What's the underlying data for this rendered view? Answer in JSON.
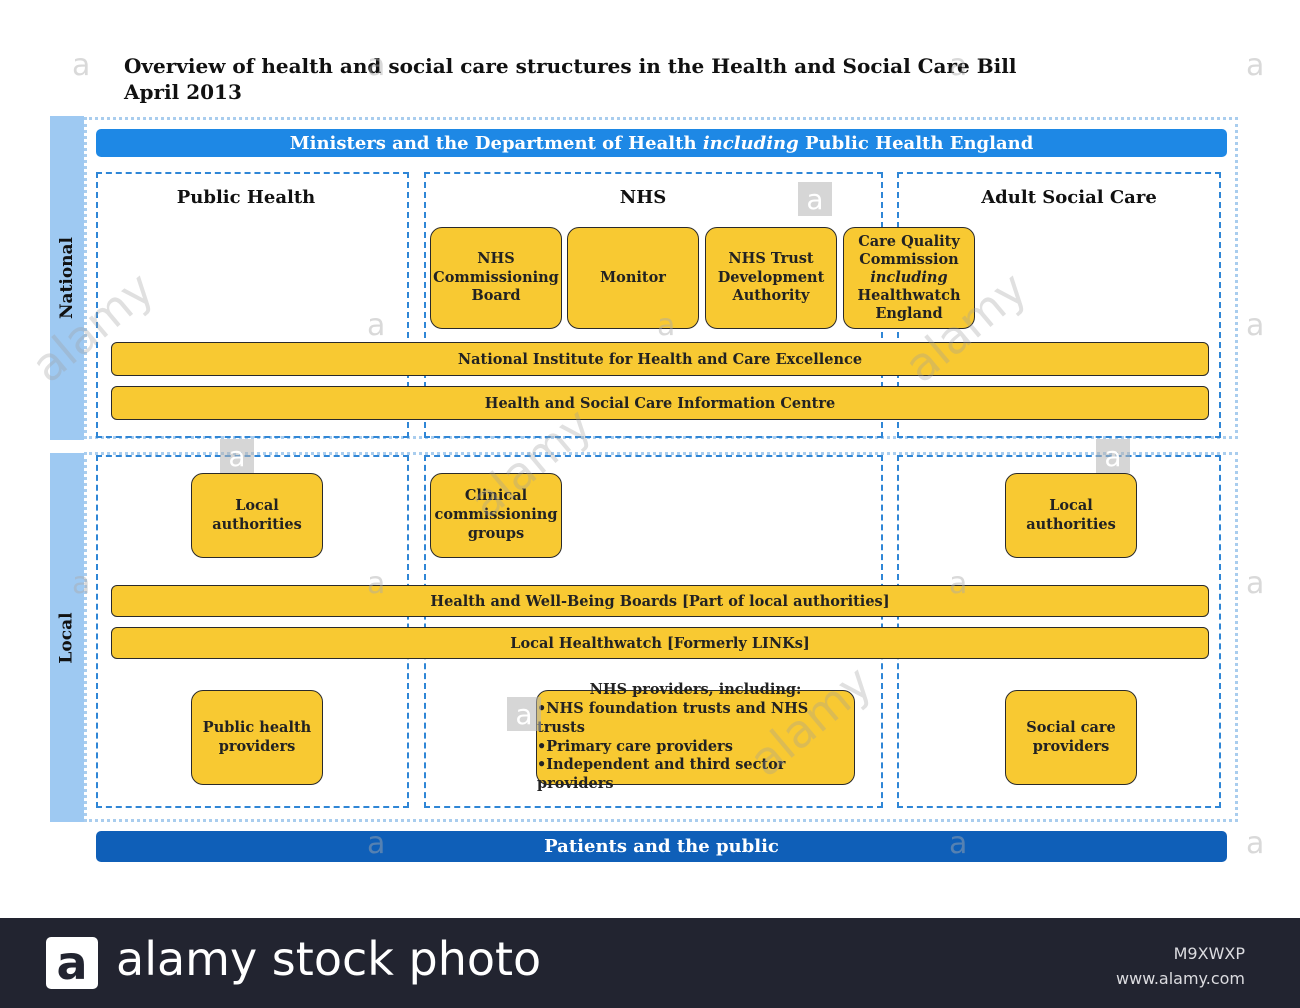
{
  "header": {
    "title": "Overview of health and social care structures in the Health and Social Care Bill",
    "date": "April 2013"
  },
  "sections": {
    "national": "National",
    "local": "Local"
  },
  "banners": {
    "top_prefix": "Ministers and the Department of Health ",
    "top_italic": "including",
    "top_suffix": " Public Health England",
    "bottom": "Patients and the public"
  },
  "columns": {
    "public_health": "Public Health",
    "nhs": "NHS",
    "adult_social_care": "Adult Social Care"
  },
  "national_boxes": {
    "commissioning_board": [
      "NHS",
      "Commissioning",
      "Board"
    ],
    "monitor": "Monitor",
    "trust_authority": [
      "NHS Trust",
      "Development",
      "Authority"
    ],
    "cqc": [
      "Care Quality",
      "Commission",
      "including",
      "Healthwatch",
      "England"
    ]
  },
  "national_bars": {
    "nice": "National Institute for Health and Care Excellence",
    "info_centre": "Health and Social Care Information Centre"
  },
  "local_boxes": {
    "local_authorities_ph": [
      "Local",
      "authorities"
    ],
    "ccg": [
      "Clinical",
      "commissioning",
      "groups"
    ],
    "local_authorities_asc": [
      "Local",
      "authorities"
    ]
  },
  "local_bars": {
    "wellbeing": "Health and Well-Being Boards [Part of local authorities]",
    "healthwatch": "Local Healthwatch [Formerly LINKs]"
  },
  "providers": {
    "public_health": [
      "Public health",
      "providers"
    ],
    "nhs_heading": "NHS providers, including:",
    "nhs_items": [
      "•NHS foundation trusts and NHS trusts",
      "•Primary care providers",
      "•Independent and third sector providers"
    ],
    "social_care": [
      "Social care",
      "providers"
    ]
  },
  "watermark": {
    "letter": "a",
    "word": "alamy"
  },
  "footer": {
    "logo_letter": "a",
    "brand": "alamy stock photo",
    "image_code": "M9XWXP",
    "url": "www.alamy.com"
  },
  "colors": {
    "banner_top": "#1e88e5",
    "banner_bottom": "#0f5fb8",
    "box_fill": "#f8c932",
    "side_bar": "#9ec9f2",
    "dashed_border": "#2f86d6",
    "footer_bg": "#222430"
  }
}
